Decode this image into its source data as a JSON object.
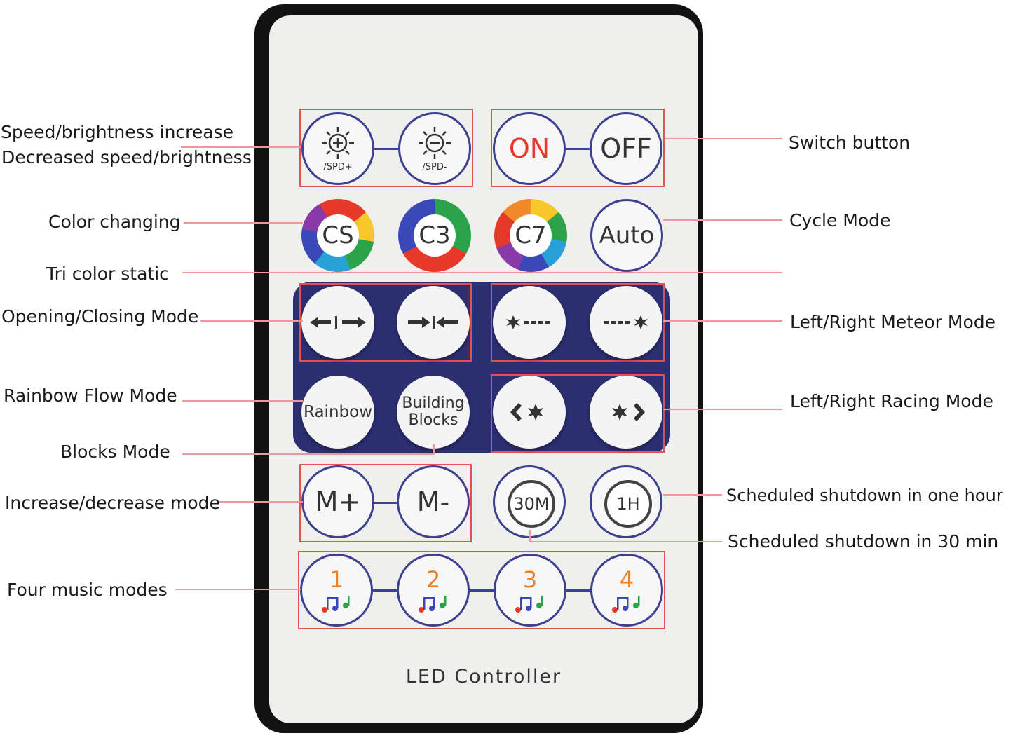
{
  "labels": {
    "speed_increase": "Speed/brightness increase",
    "speed_decrease": "Decreased speed/brightness",
    "switch": "Switch button",
    "color_changing": "Color changing",
    "cycle_mode": "Cycle Mode",
    "tri_color": "Tri color static",
    "opening_closing": "Opening/Closing Mode",
    "meteor": "Left/Right Meteor Mode",
    "rainbow_flow": "Rainbow Flow Mode",
    "racing": "Left/Right Racing Mode",
    "blocks": "Blocks Mode",
    "inc_dec_mode": "Increase/decrease mode",
    "shutdown_1h": "Scheduled shutdown in one hour",
    "shutdown_30": "Scheduled shutdown in 30 min",
    "music_modes": "Four music modes"
  },
  "buttons": {
    "spd_plus": "/SPD+",
    "spd_minus": "/SPD-",
    "on": "ON",
    "off": "OFF",
    "cs": "CS",
    "c3": "C3",
    "c7": "C7",
    "auto": "Auto",
    "rainbow": "Rainbow",
    "building": "Building",
    "blocks": "Blocks",
    "m_plus": "M+",
    "m_minus": "M-",
    "t30": "30M",
    "t1h": "1H",
    "music": [
      "1",
      "2",
      "3",
      "4"
    ]
  },
  "footer": "LED Controller",
  "colors": {
    "remote_body": "#121212",
    "face": "#efefee",
    "navy_panel": "#2c2f72",
    "highlight_box": "#e05353",
    "leader_line": "#e89a9a"
  },
  "icons": {
    "brightness_up": "sun-plus-icon",
    "brightness_down": "sun-minus-icon",
    "opening": "arrows-out-icon",
    "closing": "arrows-in-icon",
    "meteor_left": "meteor-left-icon",
    "meteor_right": "meteor-right-icon",
    "racing_left": "racing-left-icon",
    "racing_right": "racing-right-icon",
    "music": "music-notes-icon"
  }
}
